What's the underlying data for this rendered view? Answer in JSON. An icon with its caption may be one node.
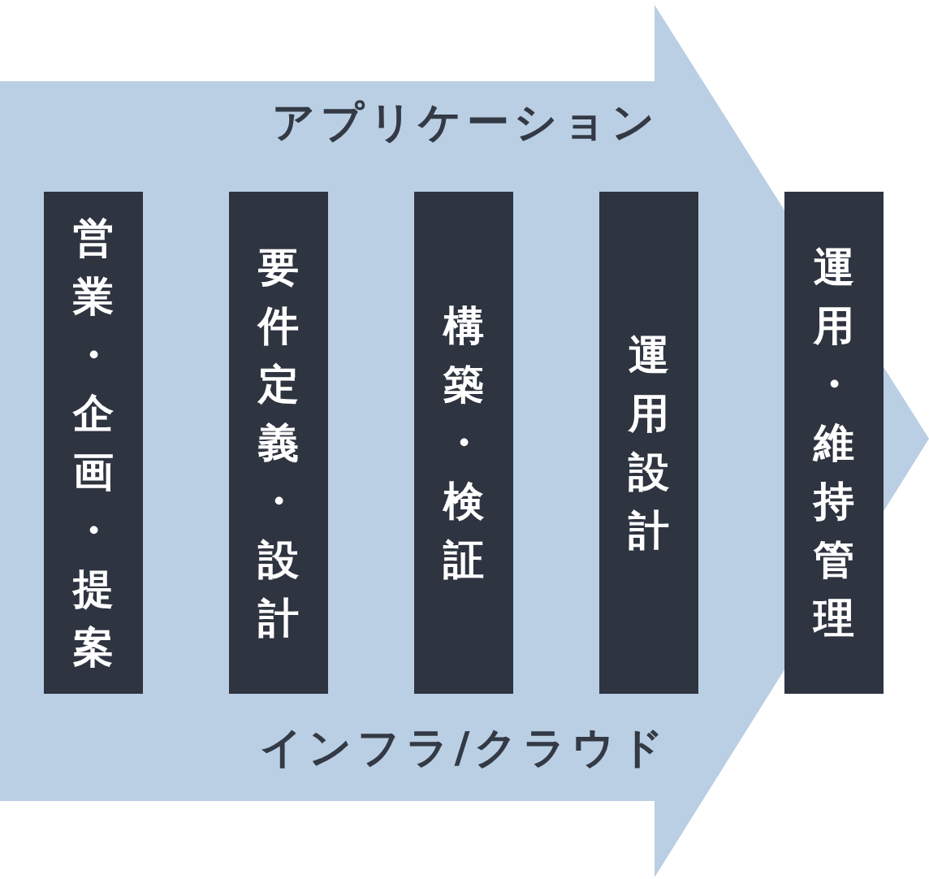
{
  "diagram": {
    "nodes": [
      {
        "text": [
          "アプリケーション",
          "インフラ/クラウド"
        ]
      },
      {
        "text": [
          "営業・企画・提案"
        ],
        "in": 0
      },
      {
        "text": [
          "要件定義・設計"
        ],
        "in": 0
      },
      {
        "text": [
          "構築・検証"
        ],
        "in": 0
      },
      {
        "text": [
          "運用設計"
        ],
        "in": 0
      },
      {
        "text": [
          "運用・維持管理"
        ],
        "in": 0
      }
    ]
  }
}
